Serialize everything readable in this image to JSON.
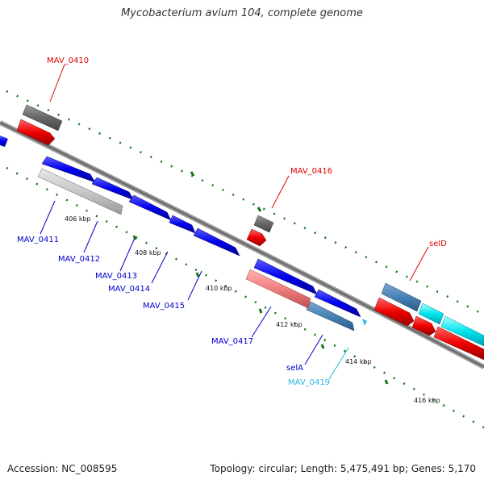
{
  "title": "Mycobacterium avium 104, complete genome",
  "accession": "Accession: NC_008595",
  "summary": "Topology: circular; Length: 5,475,491 bp; Genes: 5,170",
  "colors": {
    "forward_cds": "#0000ee",
    "reverse_cds": "#ff0000",
    "pseudo_gray": "#666666",
    "label_forward": "#0000cc",
    "label_reverse": "#dd0000",
    "label_cyan": "#22bbdd",
    "tick_green": "#117711",
    "backbone": "#888888"
  },
  "tick_labels": [
    "406 kbp",
    "408 kbp",
    "410 kbp",
    "412 kbp",
    "414 kbp",
    "416 kbp"
  ],
  "gene_labels": {
    "mav0410": "MAV_0410",
    "mav0411": "MAV_0411",
    "mav0412": "MAV_0412",
    "mav0413": "MAV_0413",
    "mav0414": "MAV_0414",
    "mav0415": "MAV_0415",
    "mav0416": "MAV_0416",
    "mav0417": "MAV_0417",
    "selA": "selA",
    "mav0419": "MAV_0419",
    "selD": "selD"
  }
}
